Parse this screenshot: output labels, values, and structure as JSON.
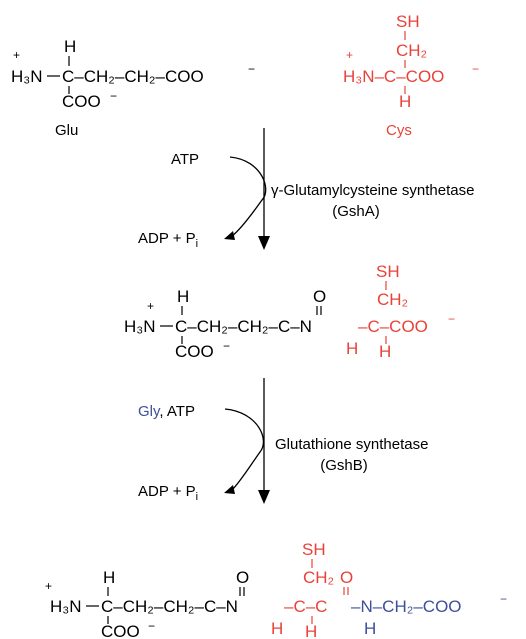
{
  "colors": {
    "black": "#000000",
    "cys_red": "#e8433a",
    "gly_blue": "#3e4f9c"
  },
  "glu": {
    "h3n": "H₃N",
    "plus": "+",
    "h": "H",
    "chain": "C–CH₂–CH₂–COO",
    "coo": "COO",
    "minus": "−",
    "name": "Glu"
  },
  "cys": {
    "sh": "SH",
    "ch2": "CH₂",
    "h3n": "H₃N–C–COO",
    "plus": "+",
    "minus": "−",
    "h": "H",
    "name": "Cys"
  },
  "step1": {
    "atp": "ATP",
    "enzyme": "γ-Glutamylcysteine synthetase",
    "enzyme_abbr": "(GshA)",
    "adp": "ADP + P",
    "adp_sub": "i"
  },
  "dipeptide": {
    "h3n": "H₃N",
    "plus": "+",
    "h": "H",
    "o": "O",
    "chain_black": "C–CH₂–CH₂–C–N",
    "chain_red": "–C–COO",
    "coo": "COO",
    "minus": "−",
    "sh": "SH",
    "ch2": "CH₂",
    "nh": "H",
    "ch": "H"
  },
  "step2": {
    "gly": "Gly",
    "atp": ", ATP",
    "enzyme": "Glutathione synthetase",
    "enzyme_abbr": "(GshB)",
    "adp": "ADP + P",
    "adp_sub": "i"
  },
  "glutathione": {
    "h3n": "H₃N",
    "plus": "+",
    "h": "H",
    "o": "O",
    "chain_black": "C–CH₂–CH₂–C–N",
    "chain_red": "–C–C",
    "chain_blue": "–N–CH₂–COO",
    "coo": "COO",
    "minus": "−",
    "sh": "SH",
    "ch2": "CH₂",
    "nh_red": "H",
    "ch_red": "H",
    "nh_blue": "H"
  }
}
